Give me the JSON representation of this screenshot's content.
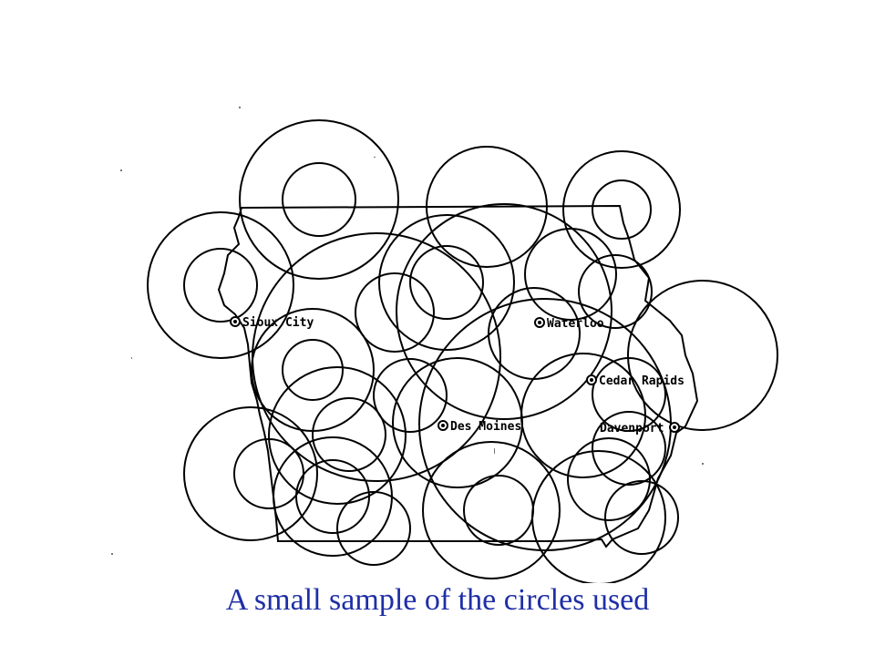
{
  "caption": "A small sample of the circles used",
  "cities": [
    "Sioux City",
    "Waterloo",
    "Cedar Rapids",
    "Des Moines",
    "Davenport"
  ],
  "colors": {
    "caption": "#1f2fa6",
    "outline": "#000000",
    "background": "#ffffff"
  }
}
